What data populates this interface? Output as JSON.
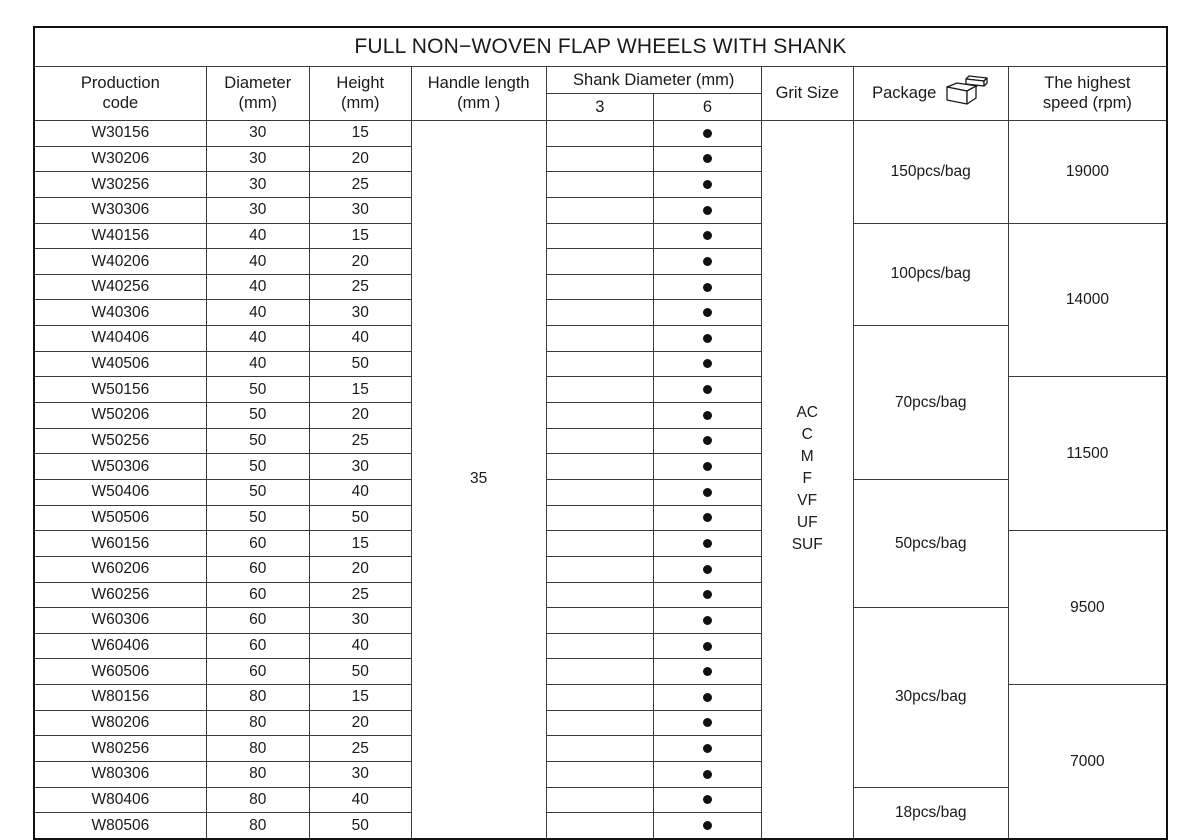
{
  "table": {
    "title": "FULL NON−WOVEN FLAP WHEELS WITH SHANK",
    "columns": {
      "production_code": "Production\ncode",
      "production_code_l1": "Production",
      "production_code_l2": "code",
      "diameter_l1": "Diameter",
      "diameter_l2": "(mm)",
      "height_l1": "Height",
      "height_l2": "(mm)",
      "handle_length_l1": "Handle length",
      "handle_length_l2": "(mm )",
      "shank_diameter": "Shank Diameter (mm)",
      "shank_3": "3",
      "shank_6": "6",
      "grit_size": "Grit Size",
      "package": "Package",
      "package_icon": "open-box-icon",
      "highest_speed_l1": "The highest",
      "highest_speed_l2": "speed (rpm)"
    },
    "handle_length_value": "35",
    "grit_sizes": [
      "AC",
      "C",
      "M",
      "F",
      "VF",
      "UF",
      "SUF"
    ],
    "grit_size_text": "AC\nC\nM\nF\nVF\nUF\nSUF",
    "dot_marker": "●",
    "colors": {
      "shade": "#d5d5d5",
      "border": "#3a3a3a",
      "outer_border": "#111111",
      "text": "#1a1a1a"
    },
    "rows": [
      {
        "code": "W30156",
        "diameter": "30",
        "height": "15",
        "shank3": "",
        "shank6": "●"
      },
      {
        "code": "W30206",
        "diameter": "30",
        "height": "20",
        "shank3": "",
        "shank6": "●"
      },
      {
        "code": "W30256",
        "diameter": "30",
        "height": "25",
        "shank3": "",
        "shank6": "●"
      },
      {
        "code": "W30306",
        "diameter": "30",
        "height": "30",
        "shank3": "",
        "shank6": "●"
      },
      {
        "code": "W40156",
        "diameter": "40",
        "height": "15",
        "shank3": "",
        "shank6": "●"
      },
      {
        "code": "W40206",
        "diameter": "40",
        "height": "20",
        "shank3": "",
        "shank6": "●"
      },
      {
        "code": "W40256",
        "diameter": "40",
        "height": "25",
        "shank3": "",
        "shank6": "●"
      },
      {
        "code": "W40306",
        "diameter": "40",
        "height": "30",
        "shank3": "",
        "shank6": "●"
      },
      {
        "code": "W40406",
        "diameter": "40",
        "height": "40",
        "shank3": "",
        "shank6": "●"
      },
      {
        "code": "W40506",
        "diameter": "40",
        "height": "50",
        "shank3": "",
        "shank6": "●"
      },
      {
        "code": "W50156",
        "diameter": "50",
        "height": "15",
        "shank3": "",
        "shank6": "●"
      },
      {
        "code": "W50206",
        "diameter": "50",
        "height": "20",
        "shank3": "",
        "shank6": "●"
      },
      {
        "code": "W50256",
        "diameter": "50",
        "height": "25",
        "shank3": "",
        "shank6": "●"
      },
      {
        "code": "W50306",
        "diameter": "50",
        "height": "30",
        "shank3": "",
        "shank6": "●"
      },
      {
        "code": "W50406",
        "diameter": "50",
        "height": "40",
        "shank3": "",
        "shank6": "●"
      },
      {
        "code": "W50506",
        "diameter": "50",
        "height": "50",
        "shank3": "",
        "shank6": "●"
      },
      {
        "code": "W60156",
        "diameter": "60",
        "height": "15",
        "shank3": "",
        "shank6": "●"
      },
      {
        "code": "W60206",
        "diameter": "60",
        "height": "20",
        "shank3": "",
        "shank6": "●"
      },
      {
        "code": "W60256",
        "diameter": "60",
        "height": "25",
        "shank3": "",
        "shank6": "●"
      },
      {
        "code": "W60306",
        "diameter": "60",
        "height": "30",
        "shank3": "",
        "shank6": "●"
      },
      {
        "code": "W60406",
        "diameter": "60",
        "height": "40",
        "shank3": "",
        "shank6": "●"
      },
      {
        "code": "W60506",
        "diameter": "60",
        "height": "50",
        "shank3": "",
        "shank6": "●"
      },
      {
        "code": "W80156",
        "diameter": "80",
        "height": "15",
        "shank3": "",
        "shank6": "●"
      },
      {
        "code": "W80206",
        "diameter": "80",
        "height": "20",
        "shank3": "",
        "shank6": "●"
      },
      {
        "code": "W80256",
        "diameter": "80",
        "height": "25",
        "shank3": "",
        "shank6": "●"
      },
      {
        "code": "W80306",
        "diameter": "80",
        "height": "30",
        "shank3": "",
        "shank6": "●"
      },
      {
        "code": "W80406",
        "diameter": "80",
        "height": "40",
        "shank3": "",
        "shank6": "●"
      },
      {
        "code": "W80506",
        "diameter": "80",
        "height": "50",
        "shank3": "",
        "shank6": "●"
      }
    ],
    "package_groups": [
      {
        "label": "150pcs/bag",
        "rows": 4,
        "shaded": true
      },
      {
        "label": "100pcs/bag",
        "rows": 4,
        "shaded": false
      },
      {
        "label": "70pcs/bag",
        "rows": 6,
        "shaded": true
      },
      {
        "label": "50pcs/bag",
        "rows": 5,
        "shaded": false
      },
      {
        "label": "30pcs/bag",
        "rows": 7,
        "shaded": true
      },
      {
        "label": "18pcs/bag",
        "rows": 2,
        "shaded": false
      }
    ],
    "speed_groups": [
      {
        "label": "19000",
        "rows": 4,
        "shaded": false
      },
      {
        "label": "14000",
        "rows": 6,
        "shaded": true
      },
      {
        "label": "11500",
        "rows": 6,
        "shaded": false
      },
      {
        "label": "9500",
        "rows": 6,
        "shaded": true
      },
      {
        "label": "7000",
        "rows": 6,
        "shaded": false
      }
    ]
  }
}
